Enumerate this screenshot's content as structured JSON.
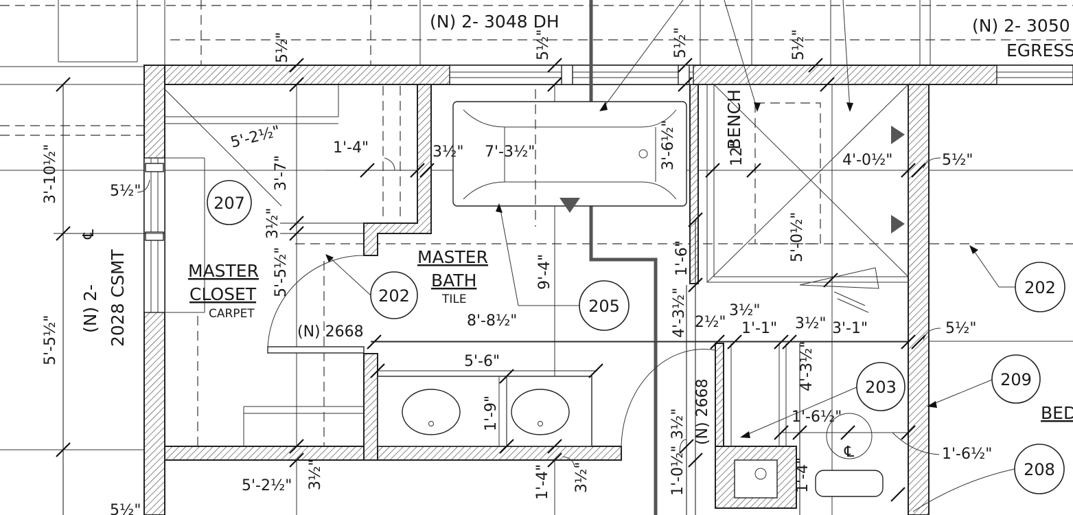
{
  "rooms": {
    "master_closet": {
      "line1": "MASTER",
      "line2": "CLOSET",
      "finish": "CARPET"
    },
    "master_bath": {
      "line1": "MASTER",
      "line2": "BATH",
      "finish": "TILE"
    },
    "bench": "BENCH",
    "bedroom_partial": "BED"
  },
  "windows": {
    "top_left": "(N) 2- 3048 DH",
    "top_right": "(N) 2- 3050",
    "egress": "EGRESS",
    "side_line1": "(N) 2-",
    "side_line2": "2028 CSMT"
  },
  "doors": {
    "closet_door": "(N) 2668",
    "wc_door": "(N) 2668"
  },
  "tags": [
    "207",
    "202",
    "205",
    "202",
    "203",
    "209",
    "208"
  ],
  "dims": {
    "closet_top_width": "5'-2½\"",
    "closet_bottom_width": "5'-2½\"",
    "closet_offset": "1'-4\"",
    "closet_depth_a": "3'-7\"",
    "closet_depth_b": "5'-5½\"",
    "wall_a": "3½\"",
    "wall_b": "3½\"",
    "tub_length": "7'-3½\"",
    "tub_width": "3'-6½\"",
    "bench_depth": "12\"",
    "shower_width": "4'-0½\"",
    "shower_depth": "5'-0½\"",
    "right_wall_a": "5½\"",
    "right_wall_b": "5½\"",
    "bath_width": "8'-8½\"",
    "bath_depth": "9'-4\"",
    "vanity_width": "5'-6\"",
    "vanity_depth": "1'-9\"",
    "step_a": "1'-6\"",
    "wc_depth": "4'-3½\"",
    "wc_a": "2½\"",
    "wc_b": "3½\"",
    "wc_c": "1'-1\"",
    "wc_d": "3½\"",
    "wc_e": "3'-1\"",
    "wc_f": "4'-3½\"",
    "wc_g": "1'-6½\"",
    "wc_h": "1'-6½\"",
    "wc_i": "1'-4\"",
    "wc_j": "1'-0½\"",
    "wc_k": "3½\"",
    "bottom_a": "1'-4\"",
    "bottom_b": "3½\"",
    "bottom_c": "3½\"",
    "left_a": "3'-10½\"",
    "left_b": "5'-5½\"",
    "left_c": "5½\"",
    "top_a": "5½\"",
    "top_b": "5½\"",
    "top_c": "5½\"",
    "top_d": "5½\"",
    "bottom_left_partial": "5½\""
  },
  "centerline_symbol": "℄"
}
